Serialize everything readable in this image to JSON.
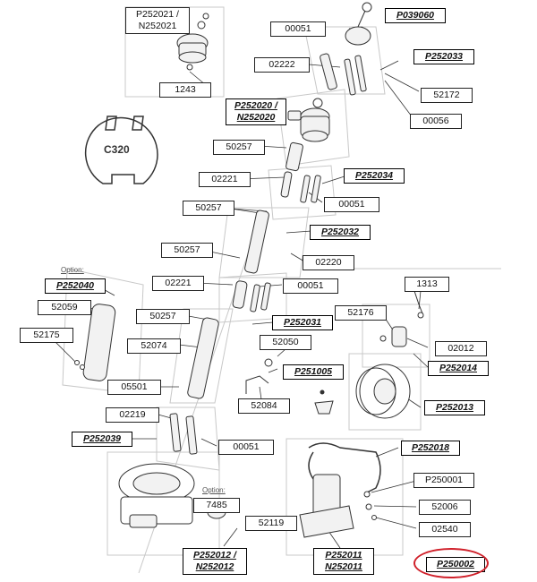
{
  "labels": {
    "p252021": "P252021 /",
    "n252021": "N252021",
    "l1243": "1243",
    "l00051_top": "00051",
    "p039060": "P039060",
    "l02222": "02222",
    "p252033": "P252033",
    "l52172": "52172",
    "l00056": "00056",
    "p252020": "P252020 /",
    "n252020": "N252020",
    "l50257_a": "50257",
    "l02221_a": "02221",
    "p252034": "P252034",
    "l00051_b": "00051",
    "l50257_b": "50257",
    "p252032": "P252032",
    "l50257_c": "50257",
    "l02220": "02220",
    "p252040": "P252040",
    "l02221_b": "02221",
    "l00051_c": "00051",
    "l1313": "1313",
    "l52059": "52059",
    "l50257_d": "50257",
    "p252031": "P252031",
    "l52176": "52176",
    "l52175": "52175",
    "l52074": "52074",
    "l52050": "52050",
    "l02012": "02012",
    "p251005": "P251005",
    "p252014": "P252014",
    "l05501": "05501",
    "l52084": "52084",
    "p252013": "P252013",
    "l02219": "02219",
    "p252039": "P252039",
    "l00051_d": "00051",
    "p252018": "P252018",
    "p250001": "P250001",
    "l7485": "7485",
    "l52006": "52006",
    "l52119": "52119",
    "l02540": "02540",
    "p252012": "P252012 /",
    "n252012": "N252012",
    "p252011": "P252011",
    "n252011": "N252011",
    "p250002": "P250002"
  },
  "option_top": "Option:",
  "option_bottom": "Option:",
  "c320": "C320",
  "highlight_color": "#d0202a"
}
